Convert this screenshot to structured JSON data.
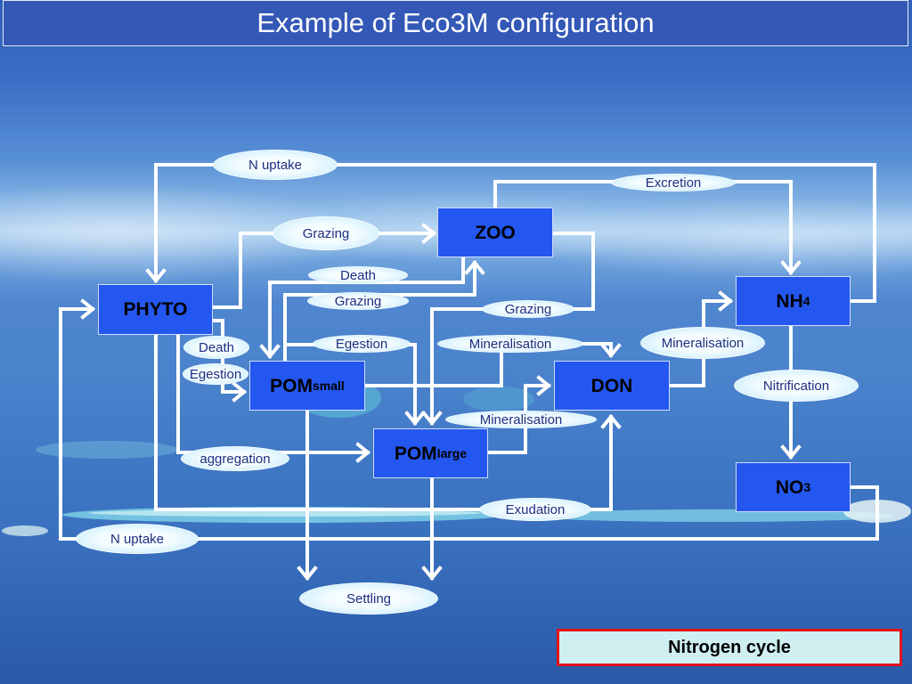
{
  "slide": {
    "title": "Example of Eco3M configuration"
  },
  "nodes": {
    "zoo": {
      "label": "ZOO"
    },
    "phyto": {
      "label": "PHYTO"
    },
    "nh4": {
      "label": "NH",
      "sub": "4"
    },
    "pom_small": {
      "label": "POM",
      "sub": "small"
    },
    "don": {
      "label": "DON"
    },
    "pom_large": {
      "label": "POM",
      "sub": "large"
    },
    "no3": {
      "label": "NO",
      "sub": "3"
    }
  },
  "processes": {
    "n_uptake_top": "N uptake",
    "excretion": "Excretion",
    "grazing_phyto": "Grazing",
    "death_zoo": "Death",
    "grazing_pom_small": "Grazing",
    "grazing_right": "Grazing",
    "death_phyto": "Death",
    "egestion_phyto": "Egestion",
    "egestion_zoo": "Egestion",
    "mineralisation_pom_small": "Mineralisation",
    "mineralisation_don": "Mineralisation",
    "nitrification": "Nitrification",
    "mineralisation_pom_large": "Mineralisation",
    "aggregation": "aggregation",
    "exudation": "Exudation",
    "n_uptake_bottom": "N uptake",
    "settling": "Settling"
  },
  "legend": {
    "label": "Nitrogen cycle"
  },
  "colors": {
    "title_bar": "#3458b6",
    "node_fill": "#2457f0",
    "arrow": "#ffffff",
    "process_text": "#1c2f80",
    "legend_border": "#e3141b",
    "legend_fill": "#cfeff0"
  }
}
